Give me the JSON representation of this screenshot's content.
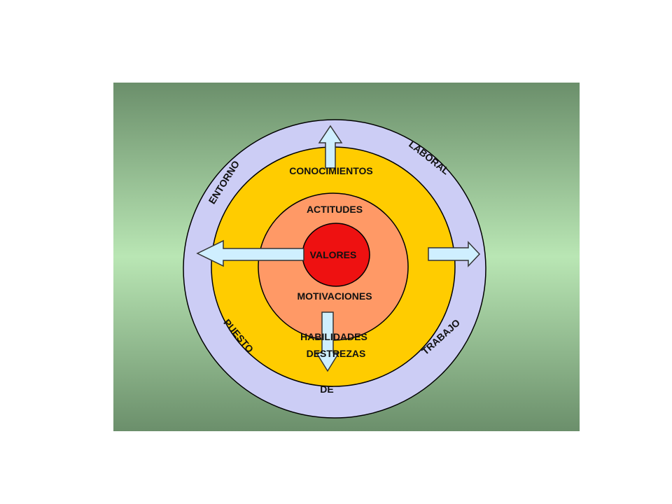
{
  "diagram": {
    "rings": {
      "outer": {
        "color": "#cccdf5"
      },
      "yellow": {
        "color": "#ffcc00"
      },
      "salmon": {
        "color": "#ff9966"
      },
      "core": {
        "color": "#ee1111"
      }
    },
    "arrow_color": "#cfefff",
    "labels": {
      "conocimientos": "CONOCIMIENTOS",
      "actitudes": "ACTITUDES",
      "valores": "VALORES",
      "motivaciones": "MOTIVACIONES",
      "habilidades": "HABILIDADES",
      "destrezas": "DESTREZAS"
    },
    "outer_words": {
      "entorno": "ENTORNO",
      "laboral": "LABORAL",
      "puesto": "PUESTO",
      "trabajo": "TRABAJO",
      "de": "DE"
    }
  }
}
